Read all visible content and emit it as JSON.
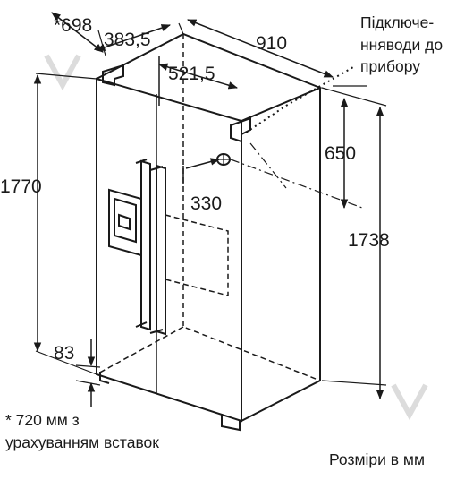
{
  "dimensions": {
    "depth_with_door": "*698",
    "body_depth": "383,5",
    "width": "910",
    "connection_offset": "521,5",
    "total_height": "1770",
    "connection_height": "650",
    "side_connection": "330",
    "body_height": "1738",
    "foot_height": "83"
  },
  "notes": {
    "water_connection_line1": "Підключе-",
    "water_connection_line2": "нняводи до",
    "water_connection_line3": "прибору",
    "footnote_line1": "* 720 мм з",
    "footnote_line2": "урахуванням вставок",
    "units": "Розміри в мм"
  },
  "colors": {
    "line": "#1a1a1a",
    "watermark": "#dcdcdc"
  },
  "icons": [
    "watermark-icon"
  ]
}
